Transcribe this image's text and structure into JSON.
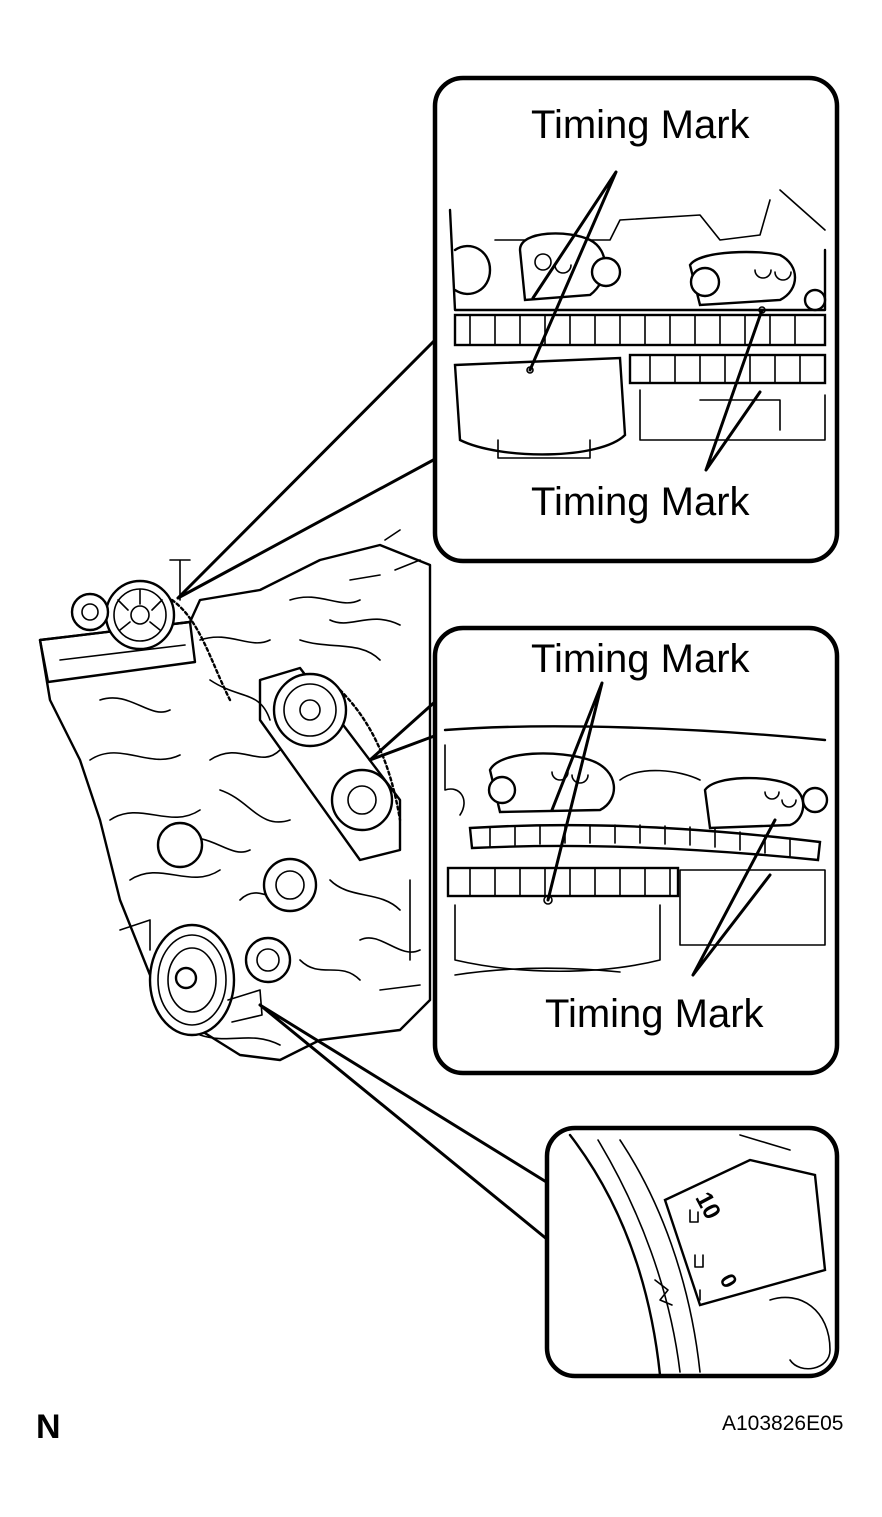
{
  "callouts": {
    "top": {
      "upper_label": "Timing Mark",
      "lower_label": "Timing Mark"
    },
    "middle": {
      "upper_label": "Timing Mark",
      "lower_label": "Timing Mark"
    },
    "bottom": {
      "scale_marks": [
        "10",
        "0"
      ]
    }
  },
  "orientation_mark": "N",
  "figure_id": "A103826E05"
}
